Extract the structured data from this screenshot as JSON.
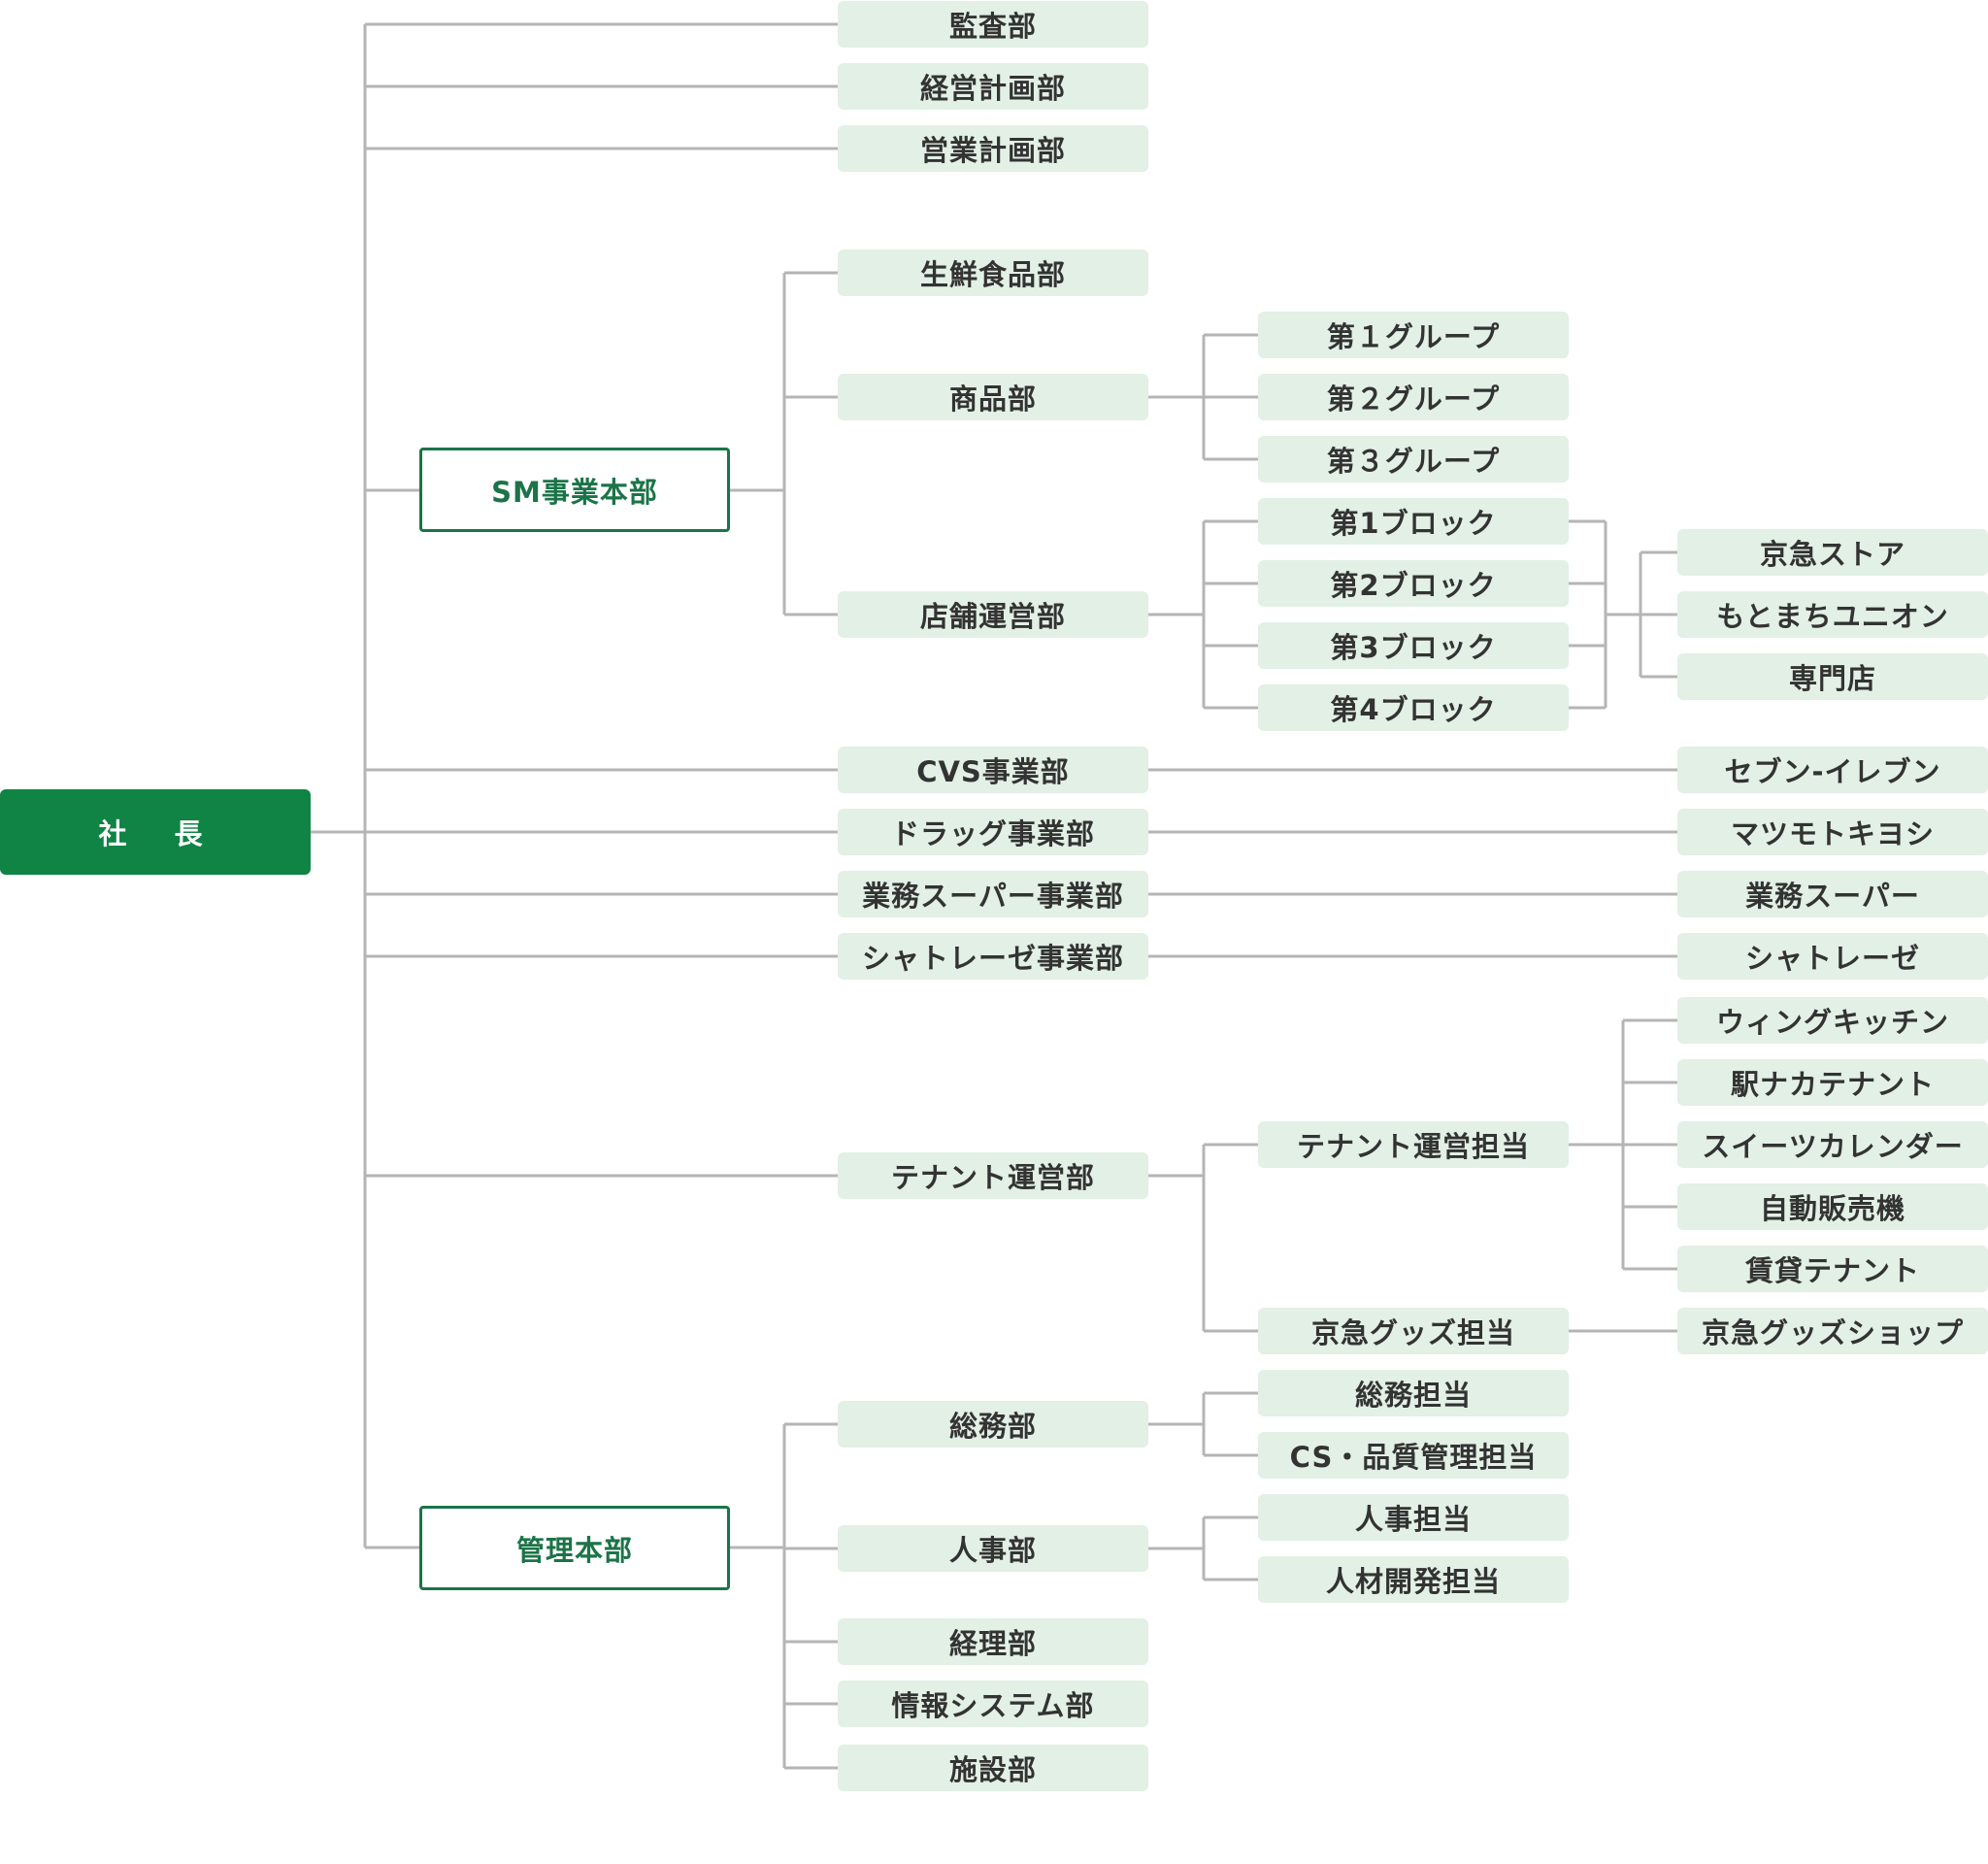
{
  "colors": {
    "line": "#b5b5b5",
    "node_fill": "#e2f0e6",
    "accent": "#0f8445",
    "accent_dark": "#1b7448"
  },
  "president": "社　長",
  "divisions": {
    "sm": "SM事業本部",
    "admin": "管理本部"
  },
  "departments": {
    "audit": "監査部",
    "management_planning": "経営計画部",
    "sales_planning": "営業計画部",
    "fresh_food": "生鮮食品部",
    "merchandise": "商品部",
    "store_ops": "店舗運営部",
    "cvs": "CVS事業部",
    "drug": "ドラッグ事業部",
    "gyomu_super": "業務スーパー事業部",
    "chateraise": "シャトレーゼ事業部",
    "tenant_ops": "テナント運営部",
    "general_affairs": "総務部",
    "hr": "人事部",
    "accounting": "経理部",
    "it": "情報システム部",
    "facilities": "施設部"
  },
  "groups": {
    "g1": "第１グループ",
    "g2": "第２グループ",
    "g3": "第３グループ",
    "b1": "第1ブロック",
    "b2": "第2ブロック",
    "b3": "第3ブロック",
    "b4": "第4ブロック",
    "tenant_mgr": "テナント運営担当",
    "goods_mgr": "京急グッズ担当",
    "ga_mgr": "総務担当",
    "cs_mgr": "CS・品質管理担当",
    "hr_mgr": "人事担当",
    "talent_mgr": "人材開発担当"
  },
  "units": {
    "keikyu_store": "京急ストア",
    "motomachi_union": "もとまちユニオン",
    "specialty": "専門店",
    "seven": "セブン-イレブン",
    "matsukiyo": "マツモトキヨシ",
    "gyomu": "業務スーパー",
    "chateraise": "シャトレーゼ",
    "wing_kitchen": "ウィングキッチン",
    "eki_naka": "駅ナカテナント",
    "sweets_calendar": "スイーツカレンダー",
    "vending": "自動販売機",
    "rental": "賃貸テナント",
    "goods_shop": "京急グッズショップ"
  }
}
